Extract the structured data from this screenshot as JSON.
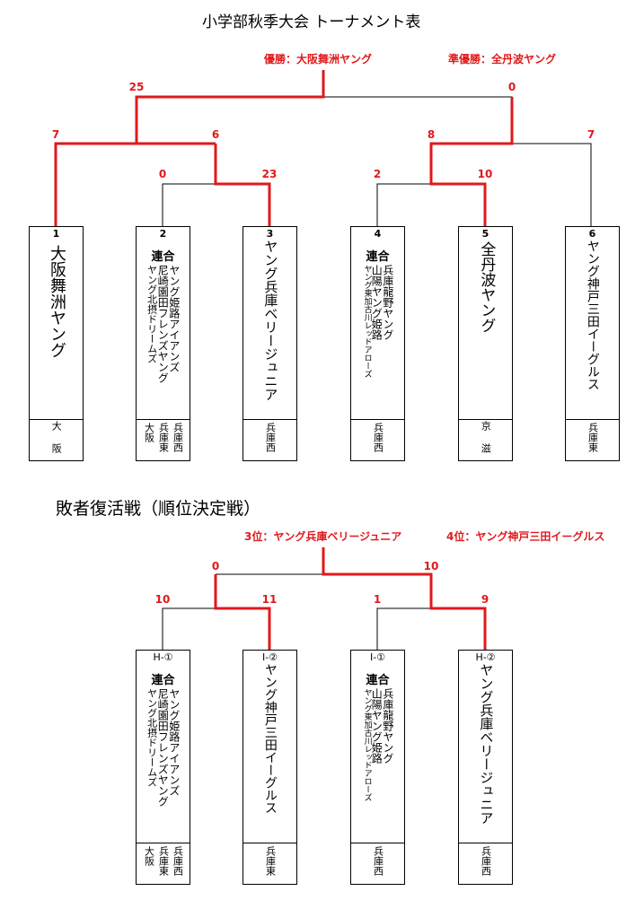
{
  "main_title": "小学部秋季大会 トーナメント表",
  "champion": "優勝：大阪舞洲ヤング",
  "runner_up": "準優勝：全丹波ヤング",
  "sub_title": "敗者復活戦（順位決定戦）",
  "third": "3位：ヤング兵庫ベリージュニア",
  "fourth": "4位：ヤング神戸三田イーグルス",
  "main_scores": {
    "final_left": "25",
    "final_right": "0",
    "semi_l_left": "7",
    "semi_l_right": "6",
    "semi_r_left": "8",
    "semi_r_right": "7",
    "q1_left": "0",
    "q1_right": "23",
    "q2_left": "2",
    "q2_right": "10"
  },
  "teams": [
    {
      "seed": "1",
      "name": "大阪舞洲ヤング",
      "pref": [
        "大阪"
      ]
    },
    {
      "seed": "2",
      "rengo": "連合",
      "lines": [
        "ヤング姫路アイアンズ",
        "尼崎園田フレンズヤング",
        "ヤング北摂ドリームズ"
      ],
      "pref": [
        "兵庫西",
        "兵庫東",
        "大阪"
      ]
    },
    {
      "seed": "3",
      "name": "ヤング兵庫ベリージュニア",
      "pref": [
        "兵庫西"
      ]
    },
    {
      "seed": "4",
      "rengo": "連合",
      "lines": [
        "兵庫龍野ヤング",
        "山陽ヤング姫路",
        "ヤング東加古川レッドアローズ"
      ],
      "pref": [
        "兵庫西"
      ]
    },
    {
      "seed": "5",
      "name": "全丹波ヤング",
      "pref": [
        "京滋"
      ]
    },
    {
      "seed": "6",
      "name": "ヤング神戸三田イーグルス",
      "pref": [
        "兵庫東"
      ]
    }
  ],
  "cons_scores": {
    "final_left": "0",
    "final_right": "10",
    "a_left": "10",
    "a_right": "11",
    "b_left": "1",
    "b_right": "9"
  },
  "cons_teams": [
    {
      "seed": "H-①",
      "rengo": "連合",
      "lines": [
        "ヤング姫路アイアンズ",
        "尼崎園田フレンズヤング",
        "ヤング北摂ドリームズ"
      ],
      "pref": [
        "兵庫西",
        "兵庫東",
        "大阪"
      ]
    },
    {
      "seed": "I-②",
      "name": "ヤング神戸三田イーグルス",
      "pref": [
        "兵庫東"
      ]
    },
    {
      "seed": "I-①",
      "rengo": "連合",
      "lines": [
        "兵庫龍野ヤング",
        "山陽ヤング姫路",
        "ヤング東加古川レッドアローズ"
      ],
      "pref": [
        "兵庫西"
      ]
    },
    {
      "seed": "H-②",
      "name": "ヤング兵庫ベリージュニア",
      "pref": [
        "兵庫西"
      ]
    }
  ]
}
